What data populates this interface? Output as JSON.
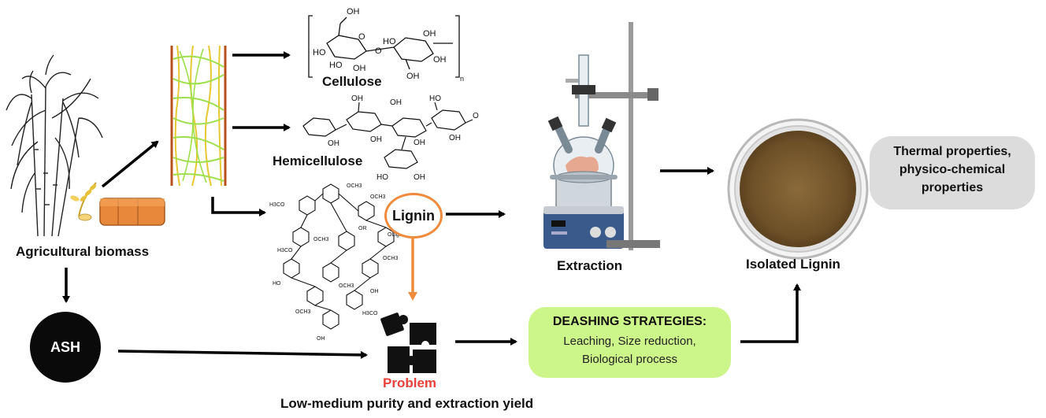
{
  "labels": {
    "agricultural_biomass": "Agricultural biomass",
    "cellulose": "Cellulose",
    "hemicellulose": "Hemicellulose",
    "lignin": "Lignin",
    "extraction": "Extraction",
    "isolated_lignin": "Isolated Lignin",
    "ash": "ASH",
    "problem": "Problem",
    "low_medium": "Low-medium purity and extraction yield"
  },
  "deashing": {
    "title": "DEASHING STRATEGIES:",
    "line1": "Leaching, Size reduction,",
    "line2": "Biological process"
  },
  "properties": {
    "line1": "Thermal properties,",
    "line2": "physico-chemical",
    "line3": "properties"
  },
  "chem": {
    "oh": "OH",
    "ho": "HO",
    "o": "O",
    "n": "n",
    "och3": "OCH3",
    "h3co": "H3CO",
    "olignin": "OLignin",
    "or": "OR"
  },
  "colors": {
    "lignin_ring": "#f08a3c",
    "problem_text": "#e8403a",
    "deashing_bg": "#ccf58a",
    "properties_bg": "#dcdcdc",
    "fiber_wall": "#b8501e",
    "fiber_green": "#9ee04a",
    "fiber_yellow": "#e8c832",
    "lignin_powder": "#7a5a2e",
    "hay": "#e8883a"
  },
  "icons": [
    "sugarcane-icon",
    "wheat-icon",
    "hay-bale-icon",
    "plant-fiber-icon",
    "extraction-apparatus-icon",
    "petri-dish-icon",
    "puzzle-icon"
  ]
}
